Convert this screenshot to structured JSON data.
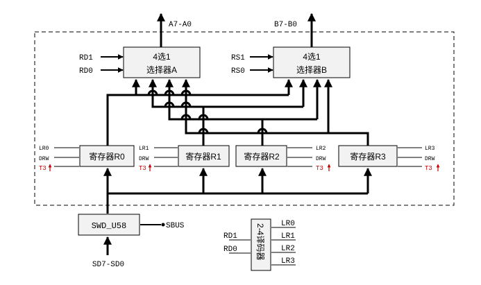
{
  "outputs": {
    "a": "A7-A0",
    "b": "B7-B0"
  },
  "mux_a": {
    "line1": "4选1",
    "line2": "选择器A",
    "sel1": "RD1",
    "sel0": "RD0"
  },
  "mux_b": {
    "line1": "4选1",
    "line2": "选择器B",
    "sel1": "RS1",
    "sel0": "RS0"
  },
  "registers": [
    {
      "label": "寄存器R0",
      "lr": "LR0",
      "drw": "DRW",
      "t3": "T3"
    },
    {
      "label": "寄存器R1",
      "lr": "LR1",
      "drw": "DRW",
      "t3": "T3"
    },
    {
      "label": "寄存器R2",
      "lr": "LR2",
      "drw": "DRW",
      "t3": "T3"
    },
    {
      "label": "寄存器R3",
      "lr": "LR3",
      "drw": "DRW",
      "t3": "T3"
    }
  ],
  "buffer": {
    "label": "SWD_U58",
    "ctrl": "SBUS",
    "input": "SD7-SD0"
  },
  "decoder": {
    "label": "2-4译码器",
    "in1": "RD1",
    "in0": "RD0",
    "outputs": [
      "LR0",
      "LR1",
      "LR2",
      "LR3"
    ]
  },
  "colors": {
    "box_fill": "#f2f2f2",
    "line": "#000000",
    "t3": "#c00000"
  }
}
